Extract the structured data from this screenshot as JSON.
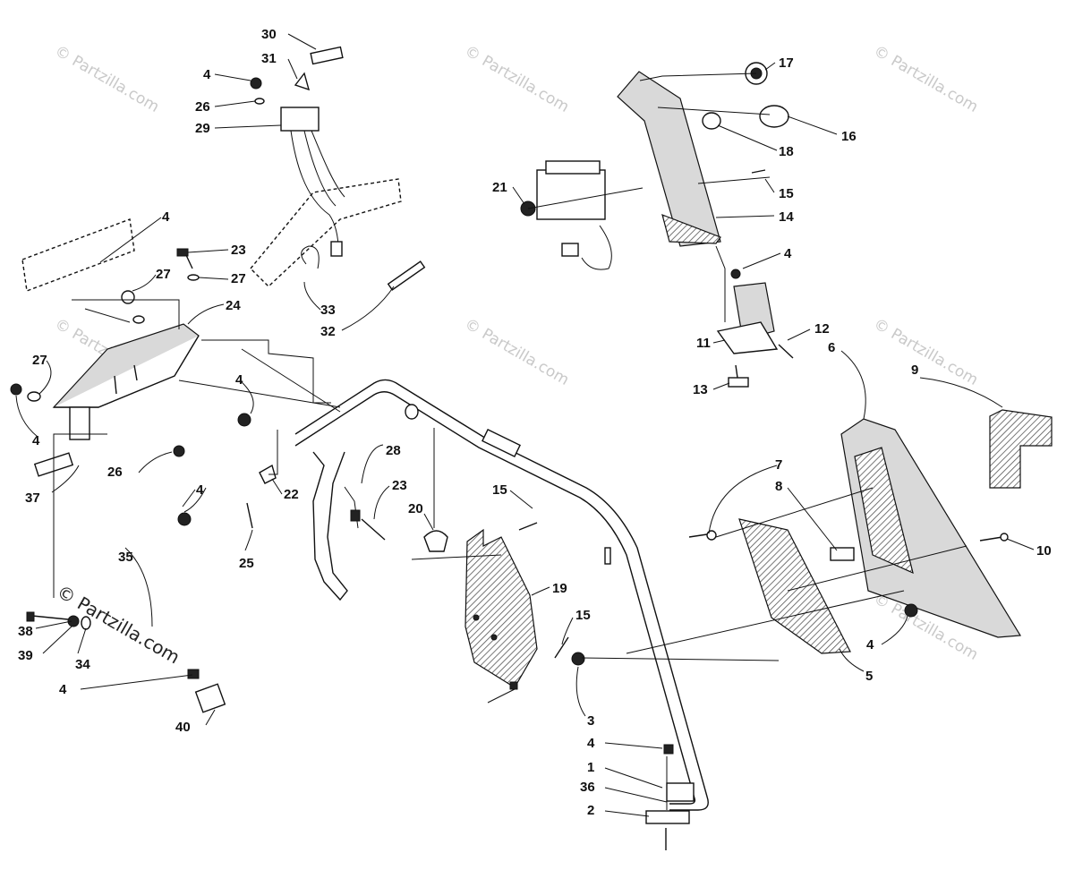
{
  "watermark": {
    "text": "© Partzilla.com",
    "strong_text": "© Partzilla.com"
  },
  "callouts": [
    {
      "label": "1"
    },
    {
      "label": "2"
    },
    {
      "label": "3"
    },
    {
      "label": "4"
    },
    {
      "label": "4"
    },
    {
      "label": "4"
    },
    {
      "label": "4"
    },
    {
      "label": "4"
    },
    {
      "label": "4"
    },
    {
      "label": "4"
    },
    {
      "label": "4"
    },
    {
      "label": "4"
    },
    {
      "label": "5"
    },
    {
      "label": "6"
    },
    {
      "label": "7"
    },
    {
      "label": "8"
    },
    {
      "label": "9"
    },
    {
      "label": "10"
    },
    {
      "label": "11"
    },
    {
      "label": "12"
    },
    {
      "label": "13"
    },
    {
      "label": "14"
    },
    {
      "label": "15"
    },
    {
      "label": "15"
    },
    {
      "label": "15"
    },
    {
      "label": "16"
    },
    {
      "label": "17"
    },
    {
      "label": "18"
    },
    {
      "label": "19"
    },
    {
      "label": "20"
    },
    {
      "label": "21"
    },
    {
      "label": "22"
    },
    {
      "label": "23"
    },
    {
      "label": "23"
    },
    {
      "label": "24"
    },
    {
      "label": "25"
    },
    {
      "label": "26"
    },
    {
      "label": "26"
    },
    {
      "label": "27"
    },
    {
      "label": "27"
    },
    {
      "label": "27"
    },
    {
      "label": "28"
    },
    {
      "label": "29"
    },
    {
      "label": "30"
    },
    {
      "label": "31"
    },
    {
      "label": "32"
    },
    {
      "label": "33"
    },
    {
      "label": "34"
    },
    {
      "label": "35"
    },
    {
      "label": "36"
    },
    {
      "label": "37"
    },
    {
      "label": "38"
    },
    {
      "label": "39"
    },
    {
      "label": "40"
    }
  ]
}
